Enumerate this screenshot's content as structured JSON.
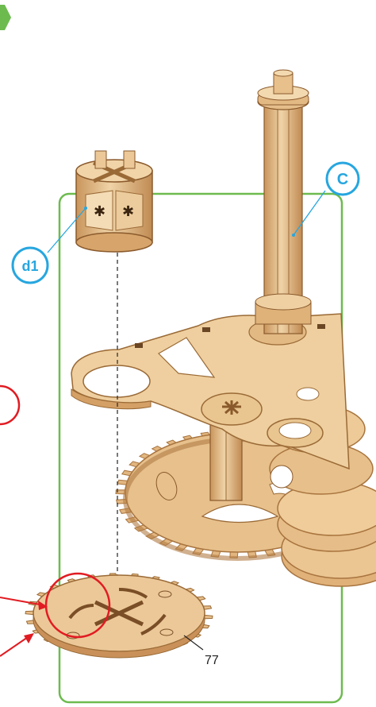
{
  "callouts": {
    "c": "C",
    "d1": "d1",
    "part_number": "77"
  },
  "colors": {
    "frame_green": "#6dbb4f",
    "callout_blue": "#27a6df",
    "highlight_red": "#e11b22",
    "wood_light": "#ecc898",
    "wood_mid": "#d9ad74",
    "wood_dark": "#b07c45"
  },
  "icons": {
    "step_badge": "green-hexagon-badge"
  }
}
